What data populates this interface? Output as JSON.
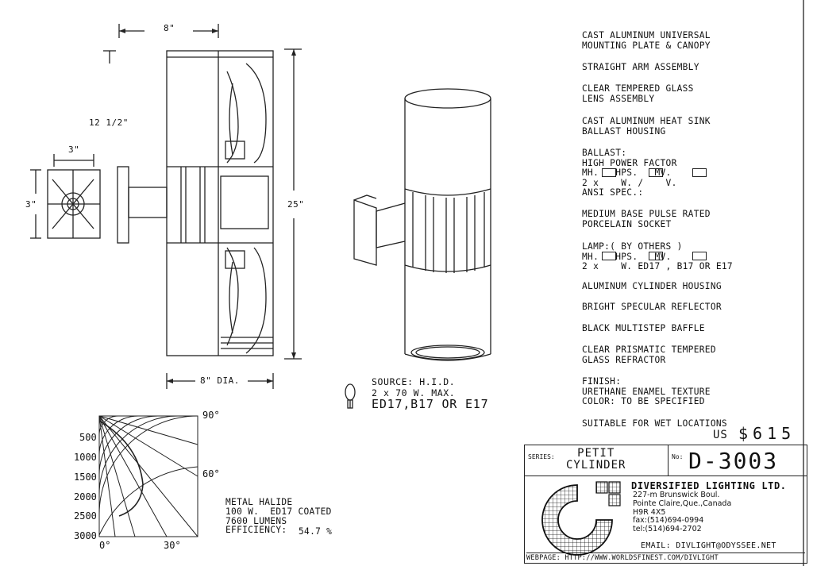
{
  "dimensions": {
    "width_top": "8\"",
    "height_side": "12 1/2\"",
    "plate_width": "3\"",
    "plate_height": "3\"",
    "overall_height": "25\"",
    "diameter": "8\" DIA."
  },
  "source": {
    "line1": "SOURCE: H.I.D.",
    "line2": "2 x 70 W. MAX.",
    "line3": "ED17,B17 OR E17"
  },
  "specs": [
    {
      "text": "CAST ALUMINUM UNIVERSAL\nMOUNTING PLATE & CANOPY"
    },
    {
      "text": "STRAIGHT ARM ASSEMBLY"
    },
    {
      "text": "CLEAR TEMPERED GLASS\nLENS ASSEMBLY"
    },
    {
      "text": "CAST ALUMINUM HEAT SINK\nBALLAST HOUSING"
    },
    {
      "text": "BALLAST:\nHIGH POWER FACTOR\nMH.   HPS.   MV.\n2 x    W. /    V.\nANSI SPEC.:"
    },
    {
      "text": "MEDIUM BASE PULSE RATED\nPORCELAIN SOCKET"
    },
    {
      "text": "LAMP:( BY OTHERS )\nMH.   HPS.   MV.\n2 x    W. ED17 , B17 OR E17"
    },
    {
      "text": "ALUMINUM CYLINDER HOUSING"
    },
    {
      "text": "BRIGHT SPECULAR REFLECTOR"
    },
    {
      "text": "BLACK MULTISTEP BAFFLE"
    },
    {
      "text": "CLEAR PRISMATIC TEMPERED\nGLASS REFRACTOR"
    },
    {
      "text": "FINISH:\nURETHANE ENAMEL TEXTURE\nCOLOR: TO BE SPECIFIED"
    },
    {
      "text": "SUITABLE FOR WET LOCATIONS"
    }
  ],
  "price": {
    "currency": "US",
    "amount": "$615"
  },
  "photometric": {
    "y_labels": [
      "500",
      "1000",
      "1500",
      "2000",
      "2500",
      "3000"
    ],
    "x_labels": [
      "0°",
      "30°"
    ],
    "angle_labels": [
      "90°",
      "60°"
    ],
    "lamp_info": "METAL HALIDE\n100 W.  ED17 COATED\n7600 LUMENS\nEFFICIENCY:",
    "efficiency": "54.7 %"
  },
  "title_block": {
    "series_label": "SERIES:",
    "series_value": "PETIT\nCYLINDER",
    "no_label": "No:",
    "no_value": "D-3003",
    "company": "DIVERSIFIED LIGHTING LTD.",
    "address": "227-m Brunswick Boul.\nPointe Claire,Que.,Canada\nH9R 4X5\nfax:(514)694-0994\ntel:(514)694-2702",
    "email": "EMAIL: DIVLIGHT@ODYSSEE.NET",
    "webpage": "WEBPAGE: HTTP://WWW.WORLDSFINEST.COM/DIVLIGHT"
  }
}
